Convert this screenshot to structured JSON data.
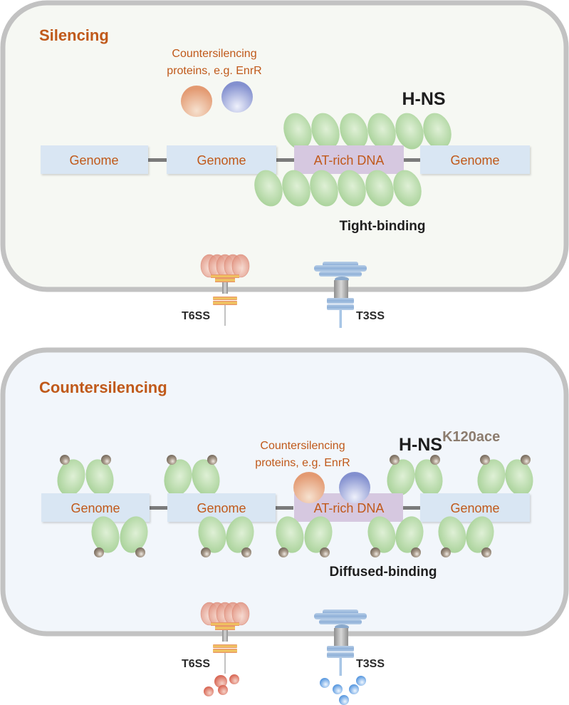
{
  "panels": [
    {
      "id": "silencing",
      "title": "Silencing",
      "countersilencing_label_line1": "Countersilencing",
      "countersilencing_label_line2": "proteins, e.g. EnrR",
      "protein_label": "H-NS",
      "protein_superscript": "",
      "binding_label": "Tight-binding",
      "segments": [
        "Genome",
        "Genome",
        "AT-rich DNA",
        "Genome"
      ],
      "secretion_systems": [
        "T6SS",
        "T3SS"
      ],
      "secreting": false
    },
    {
      "id": "countersilencing",
      "title": "Countersilencing",
      "countersilencing_label_line1": "Countersilencing",
      "countersilencing_label_line2": "proteins, e.g. EnrR",
      "protein_label": "H-NS",
      "protein_superscript": "K120ace",
      "binding_label": "Diffused-binding",
      "segments": [
        "Genome",
        "Genome",
        "AT-rich DNA",
        "Genome"
      ],
      "secretion_systems": [
        "T6SS",
        "T3SS"
      ],
      "secreting": true
    }
  ],
  "colors": {
    "title": "#c0591a",
    "cell_border": "#c2c2c2",
    "cell_fill_top": "#f6f8f3",
    "cell_fill_bottom": "#f2f6fb",
    "genome_box": "#d9e6f3",
    "at_rich_box": "#d6c8e0",
    "hns_green": "#a9d39b",
    "acetyl_ball": "#8e8274",
    "enrr_orange": "#e8a47f",
    "enrr_blue": "#8f9bd4"
  }
}
